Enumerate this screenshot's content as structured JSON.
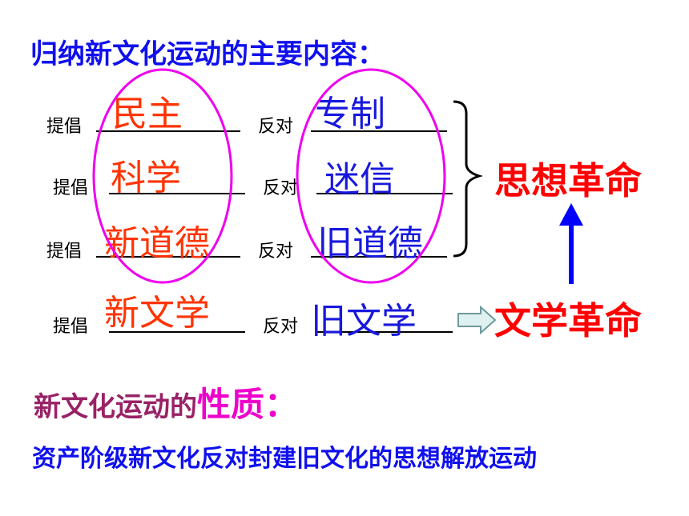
{
  "title": "归纳新文化运动的主要内容：",
  "rows": [
    {
      "advocate_label": "提倡",
      "advocate": "民主",
      "oppose_label": "反对",
      "oppose": "专制"
    },
    {
      "advocate_label": "提倡",
      "advocate": "科学",
      "oppose_label": "反对",
      "oppose": "迷信"
    },
    {
      "advocate_label": "提倡",
      "advocate": "新道德",
      "oppose_label": "反对",
      "oppose": "旧道德"
    },
    {
      "advocate_label": "提倡",
      "advocate": "新文学",
      "oppose_label": "反对",
      "oppose": "旧文学"
    }
  ],
  "thought_revolution": "思想革命",
  "literature_revolution": "文学革命",
  "nature_prefix": "新文化运动的",
  "nature_highlight": "性质",
  "nature_colon": "：",
  "nature_text": "资产阶级新文化反对封建旧文化的思想解放运动",
  "colors": {
    "title_blue": "#1010ee",
    "answer_red": "#ff3300",
    "answer_blue": "#1818dd",
    "ellipse_magenta": "#ee00ee",
    "revolution_red": "#ff0000",
    "nature_purple": "#992266",
    "nature_highlight": "#ee00cc"
  }
}
